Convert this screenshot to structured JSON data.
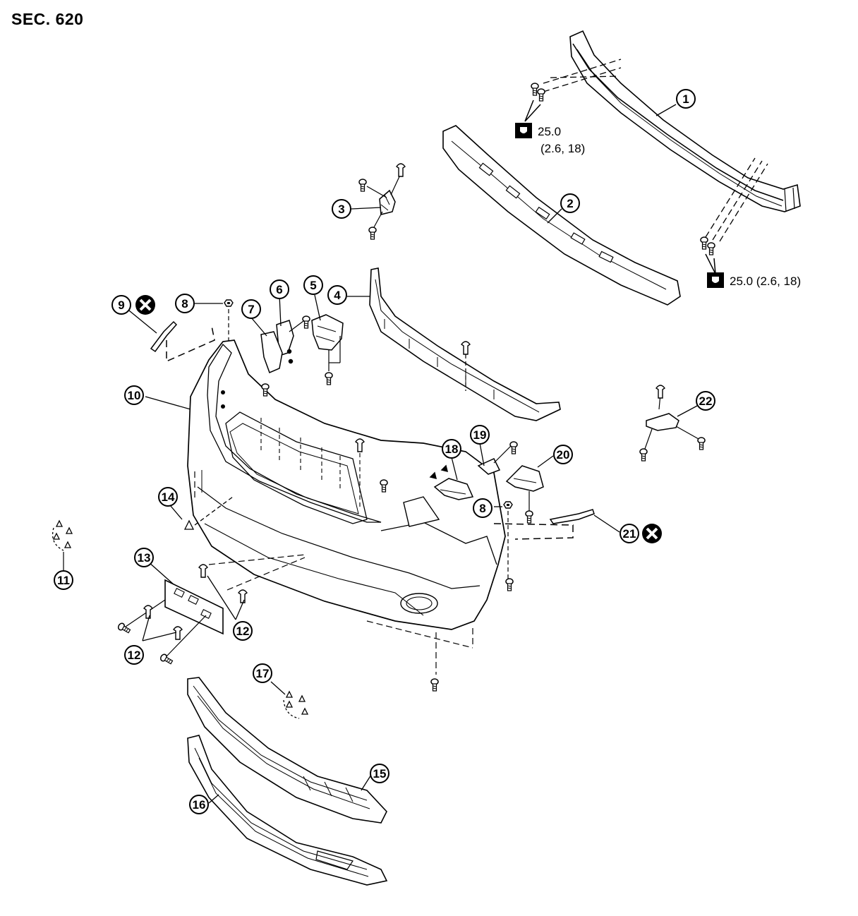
{
  "diagram": {
    "section_label": "SEC. 620",
    "callouts": [
      {
        "id": "1",
        "label": "1"
      },
      {
        "id": "2",
        "label": "2"
      },
      {
        "id": "3",
        "label": "3"
      },
      {
        "id": "4",
        "label": "4"
      },
      {
        "id": "5",
        "label": "5"
      },
      {
        "id": "6",
        "label": "6"
      },
      {
        "id": "7",
        "label": "7"
      },
      {
        "id": "8a",
        "label": "8"
      },
      {
        "id": "8b",
        "label": "8"
      },
      {
        "id": "9",
        "label": "9"
      },
      {
        "id": "10",
        "label": "10"
      },
      {
        "id": "11",
        "label": "11"
      },
      {
        "id": "12a",
        "label": "12"
      },
      {
        "id": "12b",
        "label": "12"
      },
      {
        "id": "13",
        "label": "13"
      },
      {
        "id": "14",
        "label": "14"
      },
      {
        "id": "15",
        "label": "15"
      },
      {
        "id": "16",
        "label": "16"
      },
      {
        "id": "17",
        "label": "17"
      },
      {
        "id": "18",
        "label": "18"
      },
      {
        "id": "19",
        "label": "19"
      },
      {
        "id": "20",
        "label": "20"
      },
      {
        "id": "21",
        "label": "21"
      },
      {
        "id": "22",
        "label": "22"
      }
    ],
    "torque_specs": [
      {
        "id": "upper",
        "line1": "25.0",
        "line2": "(2.6, 18)"
      },
      {
        "id": "lower",
        "line1": "25.0 (2.6, 18)",
        "line2": ""
      }
    ],
    "symbols": {
      "do_not_reuse_icon": "circle-x-icon",
      "clip_icon": "triangle-clip-icon",
      "torque_icon": "wrench-icon"
    }
  }
}
